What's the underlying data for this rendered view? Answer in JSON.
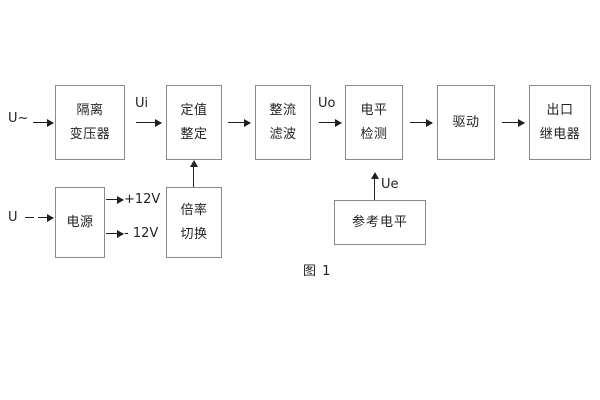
{
  "figure": {
    "caption": "图 1",
    "stroke_color": "#8a8a8a",
    "text_color": "#231f20",
    "background": "#ffffff"
  },
  "inputs": {
    "ac_source": "U~",
    "dc_source": "U"
  },
  "signals": {
    "ui": "Ui",
    "uo": "Uo",
    "ue": "Ue",
    "pos12v": "+12V",
    "neg12v": "- 12V"
  },
  "blocks": {
    "isolation_transformer": {
      "line1": "隔离",
      "line2": "变压器"
    },
    "setting_value": {
      "line1": "定值",
      "line2": "整定"
    },
    "rectify_filter": {
      "line1": "整流",
      "line2": "滤波"
    },
    "level_detect": {
      "line1": "电平",
      "line2": "检测"
    },
    "drive": {
      "line1": "驱动"
    },
    "output_relay": {
      "line1": "出口",
      "line2": "继电器"
    },
    "power_supply": {
      "line1": "电源"
    },
    "multiplier_switch": {
      "line1": "倍率",
      "line2": "切换"
    },
    "reference_level": {
      "line1": "参考电平"
    }
  }
}
